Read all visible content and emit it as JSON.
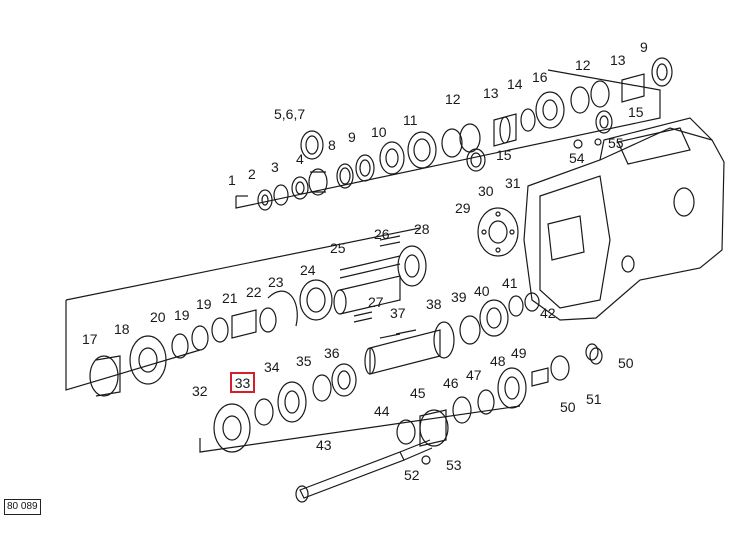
{
  "diagram": {
    "reference_code": "80 089",
    "highlighted_label": "33",
    "labels": [
      "1",
      "2",
      "3",
      "4",
      "5,6,7",
      "8",
      "9",
      "10",
      "11",
      "12",
      "13",
      "14",
      "15",
      "16",
      "12",
      "13",
      "9",
      "15",
      "54",
      "55",
      "30",
      "31",
      "29",
      "25",
      "26",
      "28",
      "24",
      "23",
      "22",
      "21",
      "27",
      "19",
      "20",
      "19",
      "18",
      "17",
      "37",
      "38",
      "39",
      "40",
      "41",
      "42",
      "34",
      "35",
      "36",
      "32",
      "44",
      "45",
      "46",
      "47",
      "48",
      "49",
      "50",
      "51",
      "50",
      "43",
      "52",
      "53"
    ],
    "colors": {
      "line": "#1a1a1a",
      "highlight": "#d4202a"
    }
  }
}
